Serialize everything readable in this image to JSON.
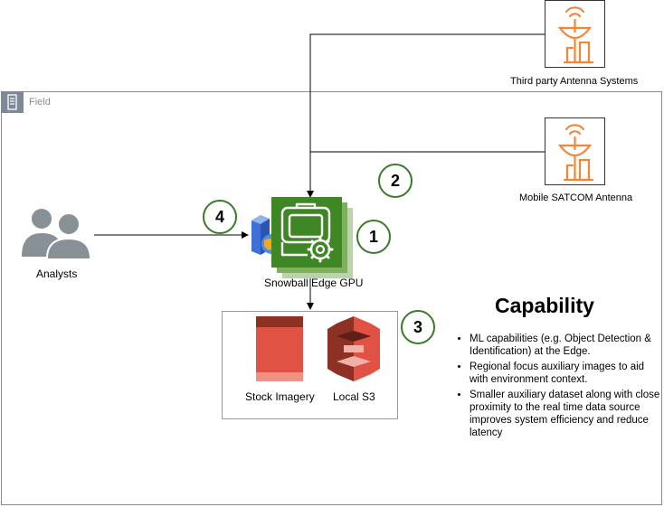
{
  "field": {
    "label": "Field",
    "icon": "server-icon"
  },
  "antennas": {
    "third_party": {
      "label": "Third party Antenna Systems",
      "icon": "satellite-antenna-icon"
    },
    "mobile_satcom": {
      "label": "Mobile SATCOM Antenna",
      "icon": "satellite-antenna-icon"
    }
  },
  "analysts": {
    "label": "Analysts",
    "icon": "users-icon"
  },
  "snowball": {
    "label": "Snowball Edge GPU",
    "icon": "snowball-edge-icon"
  },
  "client": {
    "icon": "client-globe-icon"
  },
  "storage": {
    "stock_imagery": {
      "label": "Stock Imagery",
      "icon": "storage-volume-icon"
    },
    "local_s3": {
      "label": "Local S3",
      "icon": "s3-bucket-icon"
    }
  },
  "badges": {
    "one": "1",
    "two": "2",
    "three": "3",
    "four": "4"
  },
  "capability": {
    "title": "Capability",
    "items": [
      "ML capabilities (e.g. Object Detection & Identification) at the Edge.",
      "Regional focus auxiliary images to aid with environment context.",
      "Smaller auxiliary dataset along with close proximity to the real time data source improves system efficiency and reduce latency"
    ]
  },
  "colors": {
    "antenna_orange": "#f58536",
    "snowball_green": "#3f8624",
    "badge_green": "#3a7a2a",
    "storage_red": "#e05243",
    "analyst_gray": "#879196"
  }
}
